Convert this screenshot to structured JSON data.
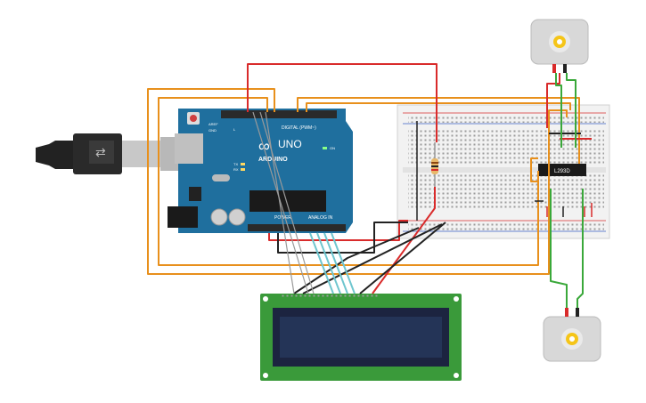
{
  "arduino": {
    "brand": "ARDUINO",
    "model": "UNO",
    "digital_header": "DIGITAL (PWM~)",
    "power_header": "POWER",
    "analog_header": "ANALOG IN",
    "led_tx": "TX",
    "led_rx": "RX",
    "led_l": "L",
    "led_on": "ON",
    "aref": "AREF",
    "gnd": "GND"
  },
  "driver_ic": {
    "label": "L293D"
  },
  "lcd": {
    "label": ""
  },
  "colors": {
    "arduino_board": "#1f6f9e",
    "breadboard": "#f2f2f2",
    "lcd_board": "#3a9a3a",
    "lcd_screen": "#243457",
    "wire_orange": "#e8901c",
    "wire_red": "#d92b2b",
    "wire_green": "#3aa83a",
    "wire_black": "#222222",
    "wire_cyan": "#6fc6cf",
    "wire_gray": "#9a9a9a",
    "motor_body": "#d8d8d8",
    "motor_shaft": "#f5c518"
  },
  "icons": [
    "usb-plug-icon",
    "dc-motor-icon",
    "resistor-icon",
    "reset-button-icon"
  ]
}
